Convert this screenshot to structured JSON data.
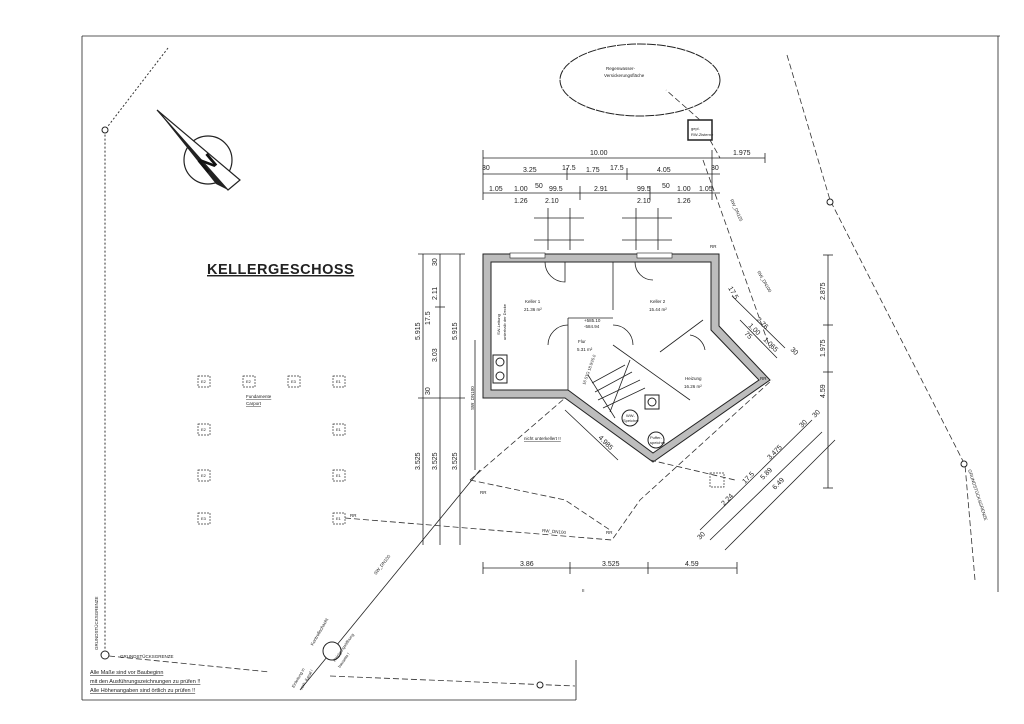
{
  "title": "KELLERGESCHOSS",
  "rain_area": {
    "line1": "Regenwasser-",
    "line2": "Versickerungsfläche"
  },
  "cistern": {
    "line1": "gepl.",
    "line2": "RW-Zisterne"
  },
  "rooms": [
    {
      "name": "Keller 1",
      "area": "21.36 m²"
    },
    {
      "name": "Keller 2",
      "area": "15.44 m²"
    },
    {
      "name": "Flur",
      "area": "5.31 m²"
    },
    {
      "name": "Heizung",
      "area": "16.26 m²"
    }
  ],
  "levels": {
    "a": "+585.10",
    "b": "-584.94"
  },
  "ww_speicher": {
    "line1": "WW-",
    "line2": "Speicher"
  },
  "puffer": {
    "line1": "Puffer-",
    "line2": "speicher"
  },
  "sw_leitung": {
    "line1": "SW-Leitung",
    "line2": "unterhalb der Decke"
  },
  "not_basement": "nicht unterkellert !!",
  "foundation": {
    "line1": "Fundamente",
    "line2": "Carport"
  },
  "foundation_tags": [
    "E2",
    "E2",
    "E3",
    "E1",
    "E2",
    "E1",
    "E2",
    "E1",
    "E3",
    "E1"
  ],
  "pipes": {
    "rw_dn100_bottom": "RW_DN100",
    "rw_dn100_right": "RW_DN100",
    "rw_dn125": "RW_DN125",
    "sw_dn100_left": "SW_DN100",
    "sw_dn100_diag": "SW_DN100",
    "rr": "RR"
  },
  "control_shaft": "Kontrollschacht",
  "cleaning": {
    "line1": "Reinigungsöffnung",
    "line2": "bauseits !"
  },
  "connection": {
    "line1": "Einleitung in",
    "line2": "vorh. Kanal !"
  },
  "boundary_label": "GRUNDSTÜCKSGRENZE",
  "notes": [
    "Alle Maße sind vor Baubeginn",
    "mit den Ausführungszeichnungen zu prüfen !!",
    "Alle Höhenangaben sind örtlich zu prüfen !!"
  ],
  "dims": {
    "top1": [
      "10.00",
      "1.975"
    ],
    "top2": [
      "30",
      "3.25",
      "17.5",
      "1.75",
      "17.5",
      "4.05",
      "30"
    ],
    "top3": [
      "1.05",
      "1.00",
      "50",
      "99.5",
      "2.91",
      "99.5",
      "50",
      "1.00",
      "1.05"
    ],
    "top3b": [
      "1.26",
      "2.10",
      "2.10",
      "1.26"
    ],
    "left_outer": [
      "5.915",
      "3.525"
    ],
    "left_mid": [
      "30",
      "2.11",
      "17.5",
      "3.03",
      "30",
      "3.525"
    ],
    "left_inner": [
      "5.915",
      "3.525"
    ],
    "bottom": [
      "3.86",
      "3.525",
      "4.59"
    ],
    "right": [
      "2.875",
      "1.975",
      "4.59"
    ],
    "diag_top": [
      "17.5",
      "2.76",
      "1.00",
      "75",
      "1.065",
      "30"
    ],
    "diag_bottom": [
      "30",
      "3.475",
      "17.5",
      "2.24",
      "5.89",
      "6.49",
      "30",
      "30"
    ],
    "diag_house": "4.985",
    "stair": "16 STG 18.9/25.0"
  },
  "page_mark": "II"
}
